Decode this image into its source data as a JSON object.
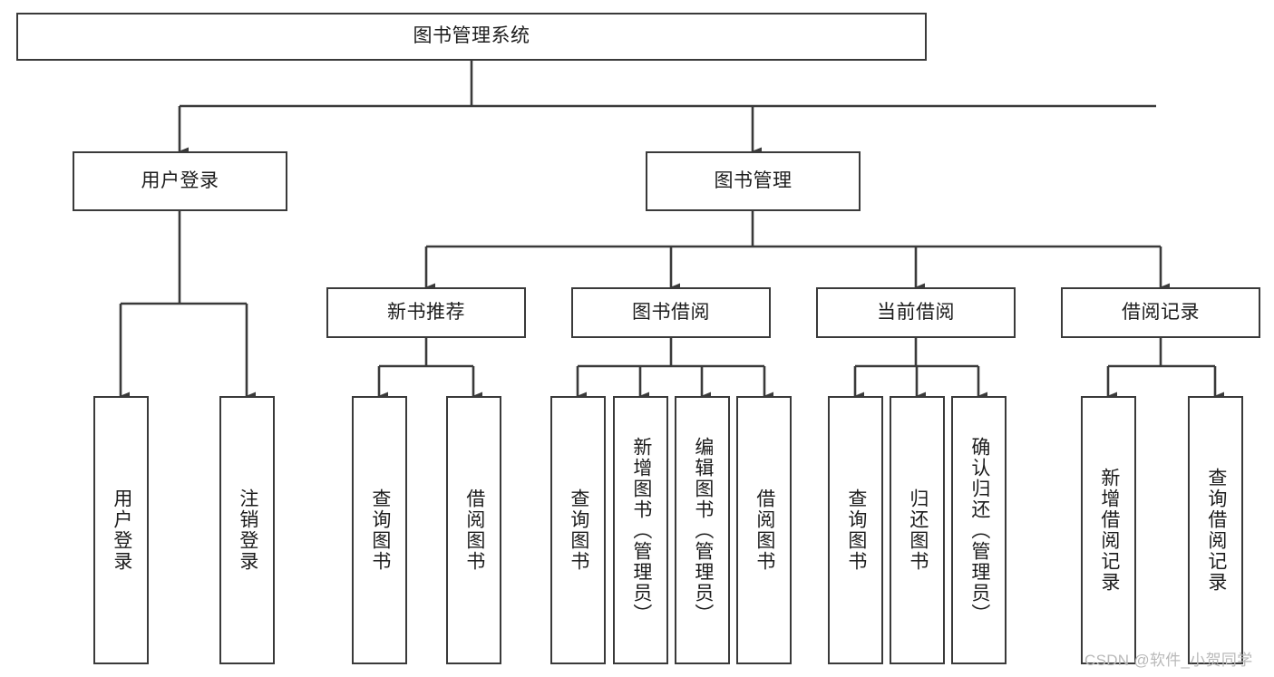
{
  "diagram": {
    "title": "图书管理系统",
    "type": "tree-hierarchy",
    "root": {
      "id": "root",
      "label": "图书管理系统"
    },
    "level1": [
      {
        "id": "user-login",
        "label": "用户登录"
      },
      {
        "id": "book-management",
        "label": "图书管理"
      }
    ],
    "level2": [
      {
        "id": "new-book-recommend",
        "label": "新书推荐",
        "parent": "book-management"
      },
      {
        "id": "book-borrow",
        "label": "图书借阅",
        "parent": "book-management"
      },
      {
        "id": "current-borrow",
        "label": "当前借阅",
        "parent": "book-management"
      },
      {
        "id": "borrow-record",
        "label": "借阅记录",
        "parent": "book-management"
      }
    ],
    "leaves": [
      {
        "id": "leaf-user-login",
        "label": "用户登录",
        "parent": "user-login"
      },
      {
        "id": "leaf-logout-login",
        "label": "注销登录",
        "parent": "user-login"
      },
      {
        "id": "leaf-query-book-1",
        "label": "查询图书",
        "parent": "new-book-recommend"
      },
      {
        "id": "leaf-borrow-book-1",
        "label": "借阅图书",
        "parent": "new-book-recommend"
      },
      {
        "id": "leaf-query-book-2",
        "label": "查询图书",
        "parent": "book-borrow"
      },
      {
        "id": "leaf-add-book",
        "label": "新增图书（管理员）",
        "parent": "book-borrow"
      },
      {
        "id": "leaf-edit-book",
        "label": "编辑图书（管理员）",
        "parent": "book-borrow"
      },
      {
        "id": "leaf-borrow-book-2",
        "label": "借阅图书",
        "parent": "book-borrow"
      },
      {
        "id": "leaf-query-book-3",
        "label": "查询图书",
        "parent": "current-borrow"
      },
      {
        "id": "leaf-return-book",
        "label": "归还图书",
        "parent": "current-borrow"
      },
      {
        "id": "leaf-confirm-return",
        "label": "确认归还（管理员）",
        "parent": "current-borrow"
      },
      {
        "id": "leaf-add-record",
        "label": "新增借阅记录",
        "parent": "borrow-record"
      },
      {
        "id": "leaf-query-record",
        "label": "查询借阅记录",
        "parent": "borrow-record"
      }
    ],
    "watermark": "CSDN @软件_小贺同学",
    "colors": {
      "stroke": "#3a3a3a",
      "background": "#ffffff",
      "text": "#1c1c1c",
      "watermark": "#b9b9b9"
    }
  }
}
